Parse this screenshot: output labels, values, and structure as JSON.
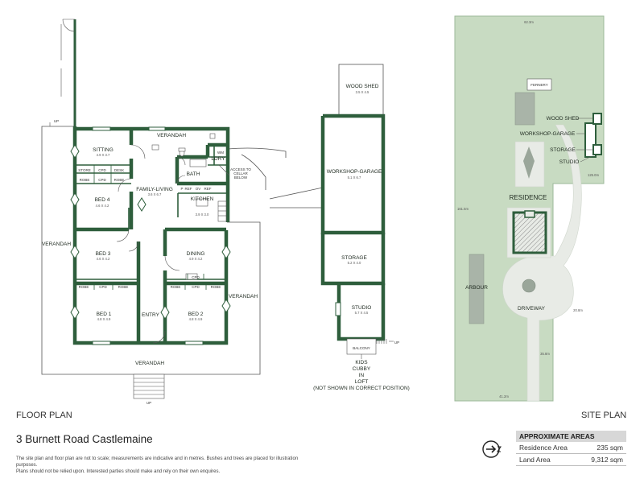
{
  "headings": {
    "floor_plan": "FLOOR PLAN",
    "site_plan": "SITE PLAN",
    "address": "3 Burnett Road Castlemaine"
  },
  "disclaimer": {
    "line1": "The site plan and floor plan are not to scale; measurements are indicative and in metres. Bushes and trees are placed for illustration purposes.",
    "line2": "Plans should not be relied upon. Interested parties should make and rely on their own enquires."
  },
  "areas": {
    "title": "APPROXIMATE AREAS",
    "rows": [
      {
        "label": "Residence Area",
        "value": "235 sqm"
      },
      {
        "label": "Land Area",
        "value": "9,312 sqm"
      }
    ]
  },
  "floor_plan": {
    "rooms": {
      "verandah": "VERANDAH",
      "sitting": "SITTING",
      "sitting_dim": "4.9 X 3.7",
      "store": "STORE",
      "cpd": "CPD",
      "desk": "DESK",
      "robe": "ROBE",
      "bath": "BATH",
      "wm": "WM",
      "ldry": "LDRY",
      "access_cellar_1": "ACCESS TO",
      "access_cellar_2": "CELLAR",
      "access_cellar_3": "BELOW",
      "family_living": "FAMILY-LIVING",
      "family_living_dim": "3.6 X 6.7",
      "ref": "REF",
      "ov": "OV",
      "p": "P",
      "kitchen": "KITCHEN",
      "kitchen_dim": "3.9 X 3.0",
      "bed4": "BED 4",
      "bed4_dim": "4.6 X 4.2",
      "bed3": "BED 3",
      "bed3_dim": "4.6 X 4.2",
      "dining": "DINING",
      "dining_dim": "4.9 X 4.2",
      "bed1": "BED 1",
      "bed1_dim": "4.8 X 4.9",
      "entry": "ENTRY",
      "bed2": "BED 2",
      "bed2_dim": "4.8 X 4.9",
      "up": "UP"
    }
  },
  "outbuildings": {
    "wood_shed": "WOOD SHED",
    "wood_shed_dim": "3.5 X 4.5",
    "workshop_garage": "WORKSHOP-GARAGE",
    "workshop_garage_dim": "5.1 X 6.7",
    "storage": "STORAGE",
    "storage_dim": "5.2 X 4.0",
    "studio": "STUDIO",
    "studio_dim": "5.7 X 4.5",
    "balcony": "BALCONY",
    "up": "UP",
    "kids_1": "KIDS",
    "kids_2": "CUBBY",
    "kids_3": "IN",
    "kids_4": "LOFT",
    "note": "(NOT SHOWN IN CORRECT POSITION)"
  },
  "site_plan": {
    "fernery": "FERNERY",
    "wood_shed": "WOOD SHED",
    "workshop_garage": "WORKSHOP-GARAGE",
    "storage": "STORAGE",
    "studio": "STUDIO",
    "residence": "RESIDENCE",
    "arbour": "ARBOUR",
    "driveway": "DRIVEWAY",
    "dim_top": "62.3m",
    "dim_right_upper": "125.0m",
    "dim_left": "161.5m",
    "dim_mid": "20.8m",
    "dim_right_lower": "35.8m",
    "dim_bottom": "41.2m"
  },
  "colors": {
    "wall": "#2e5e3c",
    "site_green": "#c8dbc2",
    "site_border": "#9db89a",
    "driveway": "#e8ebe6"
  }
}
